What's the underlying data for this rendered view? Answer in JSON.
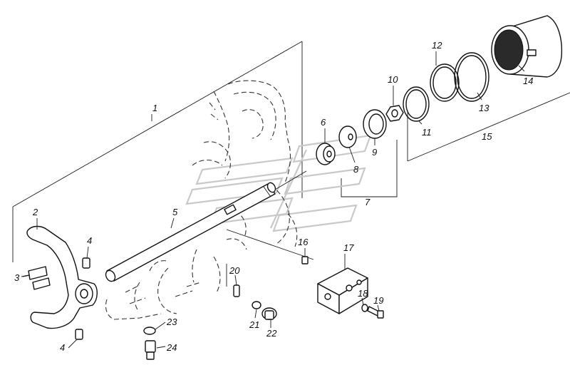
{
  "callouts": {
    "c1": "1",
    "c2": "2",
    "c3": "3",
    "c4a": "4",
    "c4b": "4",
    "c5": "5",
    "c6": "6",
    "c7": "7",
    "c8": "8",
    "c9": "9",
    "c10": "10",
    "c11": "11",
    "c12": "12",
    "c13": "13",
    "c14": "14",
    "c15": "15",
    "c16": "16",
    "c17": "17",
    "c18": "18",
    "c19": "19",
    "c20": "20",
    "c21": "21",
    "c22": "22",
    "c23": "23",
    "c24": "24"
  },
  "colors": {
    "line": "#1a1a1a",
    "watermark": "#c9c9c9",
    "background": "#ffffff"
  }
}
